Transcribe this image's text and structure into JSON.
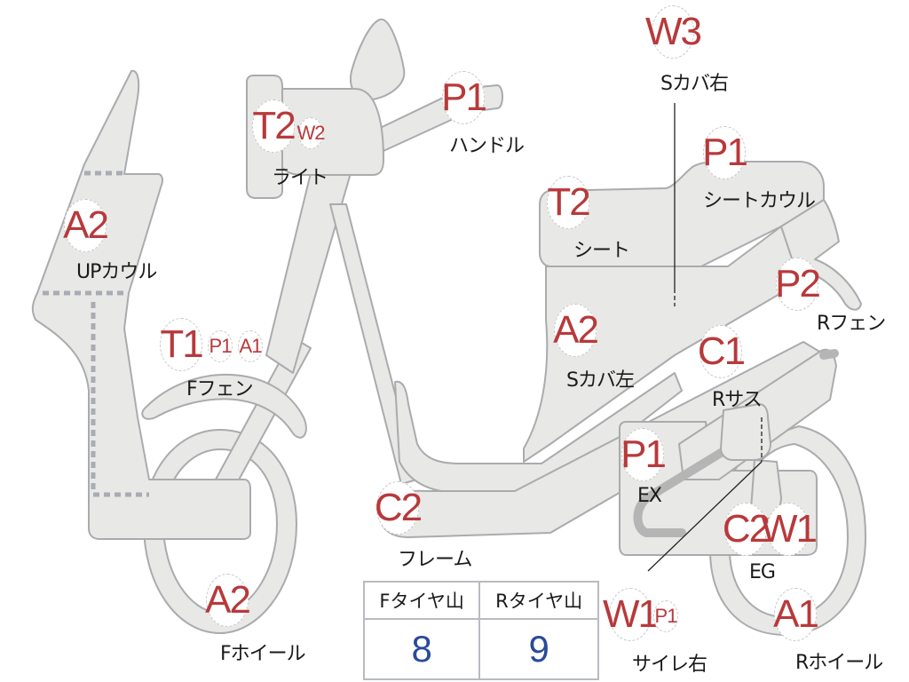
{
  "diagram": {
    "subject": "scooter parts condition diagram",
    "colors": {
      "part_fill": "#e8e8e6",
      "part_outline": "#a9abad",
      "grade_text": "#b8393b",
      "tread_value_text": "#2a4a9a",
      "label_text": "#1a1a1a"
    },
    "parts": [
      {
        "name": "UPカウル",
        "grades": [
          "A2"
        ]
      },
      {
        "name": "ライト",
        "grades": [
          "T2",
          "W2"
        ]
      },
      {
        "name": "ハンドル",
        "grades": [
          "P1"
        ]
      },
      {
        "name": "Sカバ右",
        "grades": [
          "W3"
        ]
      },
      {
        "name": "シートカウル",
        "grades": [
          "P1"
        ]
      },
      {
        "name": "シート",
        "grades": [
          "T2"
        ]
      },
      {
        "name": "Rフェン",
        "grades": [
          "P2"
        ]
      },
      {
        "name": "Fフェン",
        "grades": [
          "T1",
          "P1",
          "A1"
        ]
      },
      {
        "name": "Sカバ左",
        "grades": [
          "A2"
        ]
      },
      {
        "name": "Rサス",
        "grades": [
          "C1"
        ]
      },
      {
        "name": "EX",
        "grades": [
          "P1"
        ]
      },
      {
        "name": "フレーム",
        "grades": [
          "C2"
        ]
      },
      {
        "name": "EG",
        "grades": [
          "C2",
          "W1"
        ]
      },
      {
        "name": "Fホイール",
        "grades": [
          "A2"
        ]
      },
      {
        "name": "サイレ右",
        "grades": [
          "W1",
          "P1"
        ]
      },
      {
        "name": "Rホイール",
        "grades": [
          "A1"
        ]
      }
    ]
  },
  "tread_table": {
    "headers": [
      "Fタイヤ山",
      "Rタイヤ山"
    ],
    "values": [
      "8",
      "9"
    ]
  }
}
